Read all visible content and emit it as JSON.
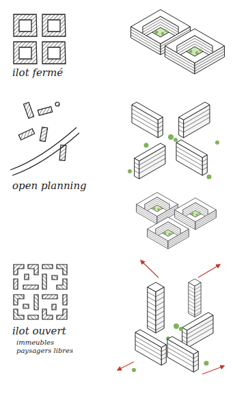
{
  "diagram": {
    "labels": [
      "ilot fermé",
      "open planning",
      "ilot ouvert",
      "immeubles paysagers libres"
    ]
  }
}
